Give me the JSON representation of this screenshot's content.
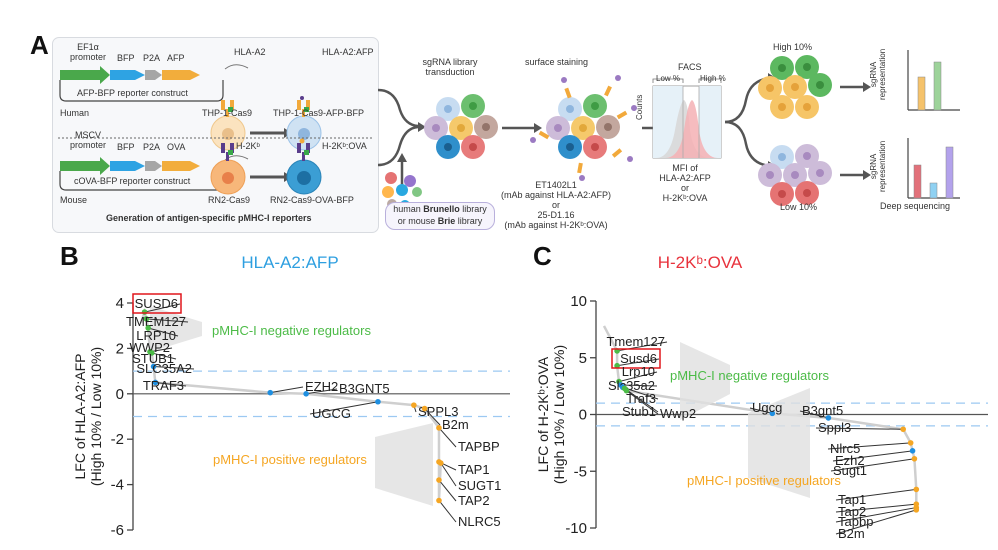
{
  "panels": {
    "A": {
      "letter": "A",
      "human": {
        "promoter_line1": "EF1α",
        "promoter_line2": "promoter",
        "seg_bfp": "BFP",
        "seg_p2a": "P2A",
        "seg_antigen": "AFP",
        "construct": "AFP-BFP reporter construct",
        "species": "Human",
        "mhc": "HLA-A2",
        "mhc_loaded": "HLA-A2:AFP",
        "cell1": "THP-1-Cas9",
        "cell2": "THP-1-Cas9-AFP-BFP"
      },
      "mouse": {
        "promoter_line1": "MSCV",
        "promoter_line2": "promoter",
        "seg_bfp": "BFP",
        "seg_p2a": "P2A",
        "seg_antigen": "OVA",
        "construct": "cOVA-BFP reporter construct",
        "species": "Mouse",
        "mhc": "H-2Kᵇ",
        "mhc_loaded": "H-2Kᵇ:OVA",
        "cell1": "RN2-Cas9",
        "cell2": "RN2-Cas9-OVA-BFP"
      },
      "box_caption": "Generation of antigen-specific pMHC-I reporters",
      "transduction_line1": "sgRNA library",
      "transduction_line2": "transduction",
      "library_line1_pre": "human ",
      "library_line1_bold": "Brunello",
      "library_line1_post": " library",
      "library_line2_pre": "or mouse ",
      "library_line2_bold": "Brie",
      "library_line2_post": " library",
      "staining_title": "surface staining",
      "antibody_lines": [
        "ET1402L1",
        "(mAb against HLA-A2:AFP)",
        "or",
        "25-D1.16",
        "(mAb against H-2Kᵇ:OVA)"
      ],
      "facs_title": "FACS",
      "facs_low": "Low %",
      "facs_high": "High %",
      "facs_ylabel": "Counts",
      "facs_xlabel_lines": [
        "MFI of",
        "HLA-A2:AFP",
        "or",
        "H-2Kᵇ:OVA"
      ],
      "high_label": "High 10%",
      "low_label": "Low 10%",
      "sgrna_ylabel_1": "sgRNA",
      "sgrna_ylabel_2": "representation",
      "deep_seq": "Deep sequencing",
      "high_bars": [
        {
          "color": "#f5c26b",
          "value": 0.55
        },
        {
          "color": "#9dd39a",
          "value": 0.8
        }
      ],
      "low_bars": [
        {
          "color": "#e2717a",
          "value": 0.55
        },
        {
          "color": "#8fd1f2",
          "value": 0.25
        },
        {
          "color": "#b3a2ec",
          "value": 0.85
        }
      ],
      "colors": {
        "green": "#4caf50",
        "blue": "#29a8e0",
        "gray": "#a8a8a8",
        "orange": "#f2a93b",
        "arrow": "#5a5a5a"
      }
    }
  },
  "chart_data": [
    {
      "panel": "B",
      "type": "scatter",
      "title": "HLA-A2:AFP",
      "title_color": "#2e9fe0",
      "ylabel_line1": "LFC of HLA-A2:AFP",
      "ylabel_line2": "(High 10% / Low 10%)",
      "ylim": [
        -6,
        4
      ],
      "yticks": [
        4,
        2,
        0,
        -2,
        -4,
        -6
      ],
      "thresholds": [
        1,
        -1
      ],
      "neg_label": "pMHC-I negative regulators",
      "pos_label": "pMHC-I positive regulators",
      "neg_color": "#4cbb47",
      "pos_color": "#f5a623",
      "highlight": "SUSD6",
      "points": [
        {
          "gene": "SUSD6",
          "rank": 0.01,
          "lfc": 3.6,
          "class": "neg"
        },
        {
          "gene": "TMEM127",
          "rank": 0.015,
          "lfc": 3.3,
          "class": "neg"
        },
        {
          "gene": "LRP10",
          "rank": 0.02,
          "lfc": 2.9,
          "class": "neg"
        },
        {
          "gene": "WWP2",
          "rank": 0.025,
          "lfc": 1.85,
          "class": "neg"
        },
        {
          "gene": "STUB1",
          "rank": 0.03,
          "lfc": 1.8,
          "class": "neg"
        },
        {
          "gene": "SLC35A2",
          "rank": 0.035,
          "lfc": 1.2,
          "class": "other"
        },
        {
          "gene": "TRAF3",
          "rank": 0.04,
          "lfc": 0.5,
          "class": "other"
        },
        {
          "gene": "EZH2",
          "rank": 0.36,
          "lfc": 0.05,
          "class": "other"
        },
        {
          "gene": "B3GNT5",
          "rank": 0.46,
          "lfc": 0.0,
          "class": "other"
        },
        {
          "gene": "UGCG",
          "rank": 0.66,
          "lfc": -0.35,
          "class": "other"
        },
        {
          "gene": "SPPL3",
          "rank": 0.76,
          "lfc": -0.5,
          "class": "pos"
        },
        {
          "gene": "B2m",
          "rank": 0.79,
          "lfc": -0.65,
          "class": "pos"
        },
        {
          "gene": "TAPBP",
          "rank": 0.83,
          "lfc": -1.5,
          "class": "pos"
        },
        {
          "gene": "TAP1",
          "rank": 0.83,
          "lfc": -3.0,
          "class": "pos"
        },
        {
          "gene": "SUGT1",
          "rank": 0.835,
          "lfc": -3.05,
          "class": "pos"
        },
        {
          "gene": "TAP2",
          "rank": 0.83,
          "lfc": -3.8,
          "class": "pos"
        },
        {
          "gene": "NLRC5",
          "rank": 0.83,
          "lfc": -4.7,
          "class": "pos"
        }
      ]
    },
    {
      "panel": "C",
      "type": "scatter",
      "title": "H-2Kᵇ:OVA",
      "title_color": "#e8323c",
      "ylabel_line1": "LFC of H-2Kᵇ:OVA",
      "ylabel_line2": "(High 10% / Low 10%)",
      "ylim": [
        -10,
        10
      ],
      "yticks": [
        10,
        5,
        0,
        -5,
        -10
      ],
      "thresholds": [
        1,
        -1
      ],
      "neg_label": "pMHC-I negative regulators",
      "pos_label": "pMHC-I positive regulators",
      "neg_color": "#4cbb47",
      "pos_color": "#f5a623",
      "highlight": "Susd6",
      "points": [
        {
          "gene": "Tmem127",
          "rank": 0.035,
          "lfc": 5.6,
          "class": "neg"
        },
        {
          "gene": "Susd6",
          "rank": 0.035,
          "lfc": 4.3,
          "class": "neg"
        },
        {
          "gene": "Lrp10",
          "rank": 0.04,
          "lfc": 2.9,
          "class": "neg"
        },
        {
          "gene": "Slc35a2",
          "rank": 0.045,
          "lfc": 2.6,
          "class": "other"
        },
        {
          "gene": "Traf3",
          "rank": 0.05,
          "lfc": 2.4,
          "class": "other"
        },
        {
          "gene": "Stub1",
          "rank": 0.055,
          "lfc": 2.3,
          "class": "neg"
        },
        {
          "gene": "Wwp2",
          "rank": 0.06,
          "lfc": 2.1,
          "class": "neg"
        },
        {
          "gene": "Ugcg",
          "rank": 0.45,
          "lfc": 0.1,
          "class": "other"
        },
        {
          "gene": "B3gnt5",
          "rank": 0.6,
          "lfc": -0.3,
          "class": "other"
        },
        {
          "gene": "Sppl3",
          "rank": 0.8,
          "lfc": -1.3,
          "class": "pos"
        },
        {
          "gene": "Nlrc5",
          "rank": 0.82,
          "lfc": -2.5,
          "class": "pos"
        },
        {
          "gene": "Ezh2",
          "rank": 0.825,
          "lfc": -3.2,
          "class": "other"
        },
        {
          "gene": "Sugt1",
          "rank": 0.83,
          "lfc": -3.9,
          "class": "pos"
        },
        {
          "gene": "Tap1",
          "rank": 0.835,
          "lfc": -6.6,
          "class": "pos"
        },
        {
          "gene": "Tap2",
          "rank": 0.835,
          "lfc": -7.9,
          "class": "pos"
        },
        {
          "gene": "Tapbp",
          "rank": 0.835,
          "lfc": -8.2,
          "class": "pos"
        },
        {
          "gene": "B2m",
          "rank": 0.835,
          "lfc": -8.4,
          "class": "pos"
        }
      ]
    }
  ]
}
